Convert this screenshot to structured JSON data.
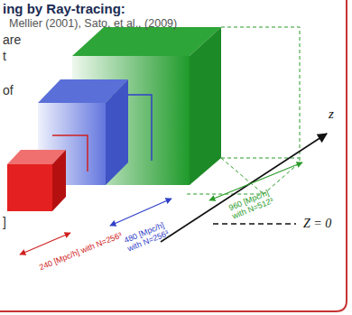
{
  "diagram": {
    "title": "ing by Ray-tracing:",
    "labels": [
      "Mellier (2001), Sato, et al., (2009)",
      "are",
      "t",
      "of",
      "]",
      "960 [Mpc/h] with N=512³",
      "480 [Mpc/h] with N=256³",
      "240 [Mpc/h] with N=256³",
      "z",
      "Z = 0"
    ]
  }
}
